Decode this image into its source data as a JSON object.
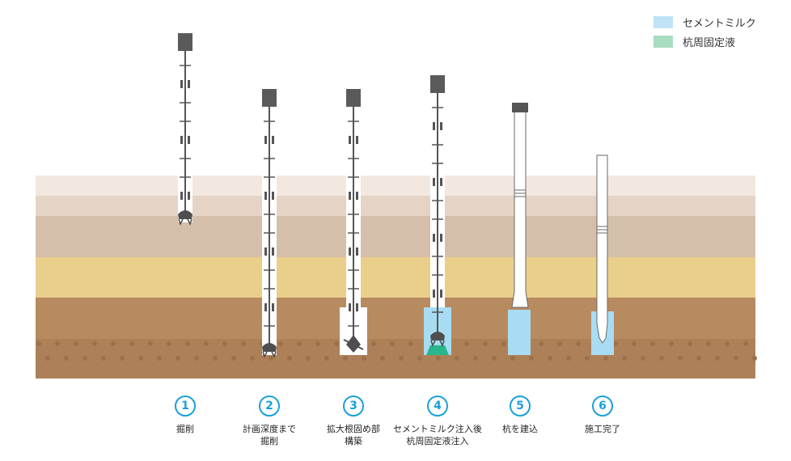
{
  "legend": [
    {
      "label": "セメントミルク",
      "color": "#bfe3f5"
    },
    {
      "label": "杭周固定液",
      "color": "#a8dcc0"
    }
  ],
  "steps": [
    {
      "number": "1",
      "label": "掘削"
    },
    {
      "number": "2",
      "label": "計画深度まで\n掘削"
    },
    {
      "number": "3",
      "label": "拡大根固め部\n構築"
    },
    {
      "number": "4",
      "label": "セメントミルク注入後\n杭周固定液注入"
    },
    {
      "number": "5",
      "label": "杭を建込"
    },
    {
      "number": "6",
      "label": "施工完了"
    }
  ],
  "colors": {
    "accent": "#1aa0d8",
    "cement_milk": "#a8dcf2",
    "fixing_liquid": "#2bb58c",
    "soil_layers": [
      "#f3e8df",
      "#e5d4c5",
      "#d6bfaa",
      "#e9cf8a",
      "#b88a60",
      "#ae8058"
    ]
  }
}
